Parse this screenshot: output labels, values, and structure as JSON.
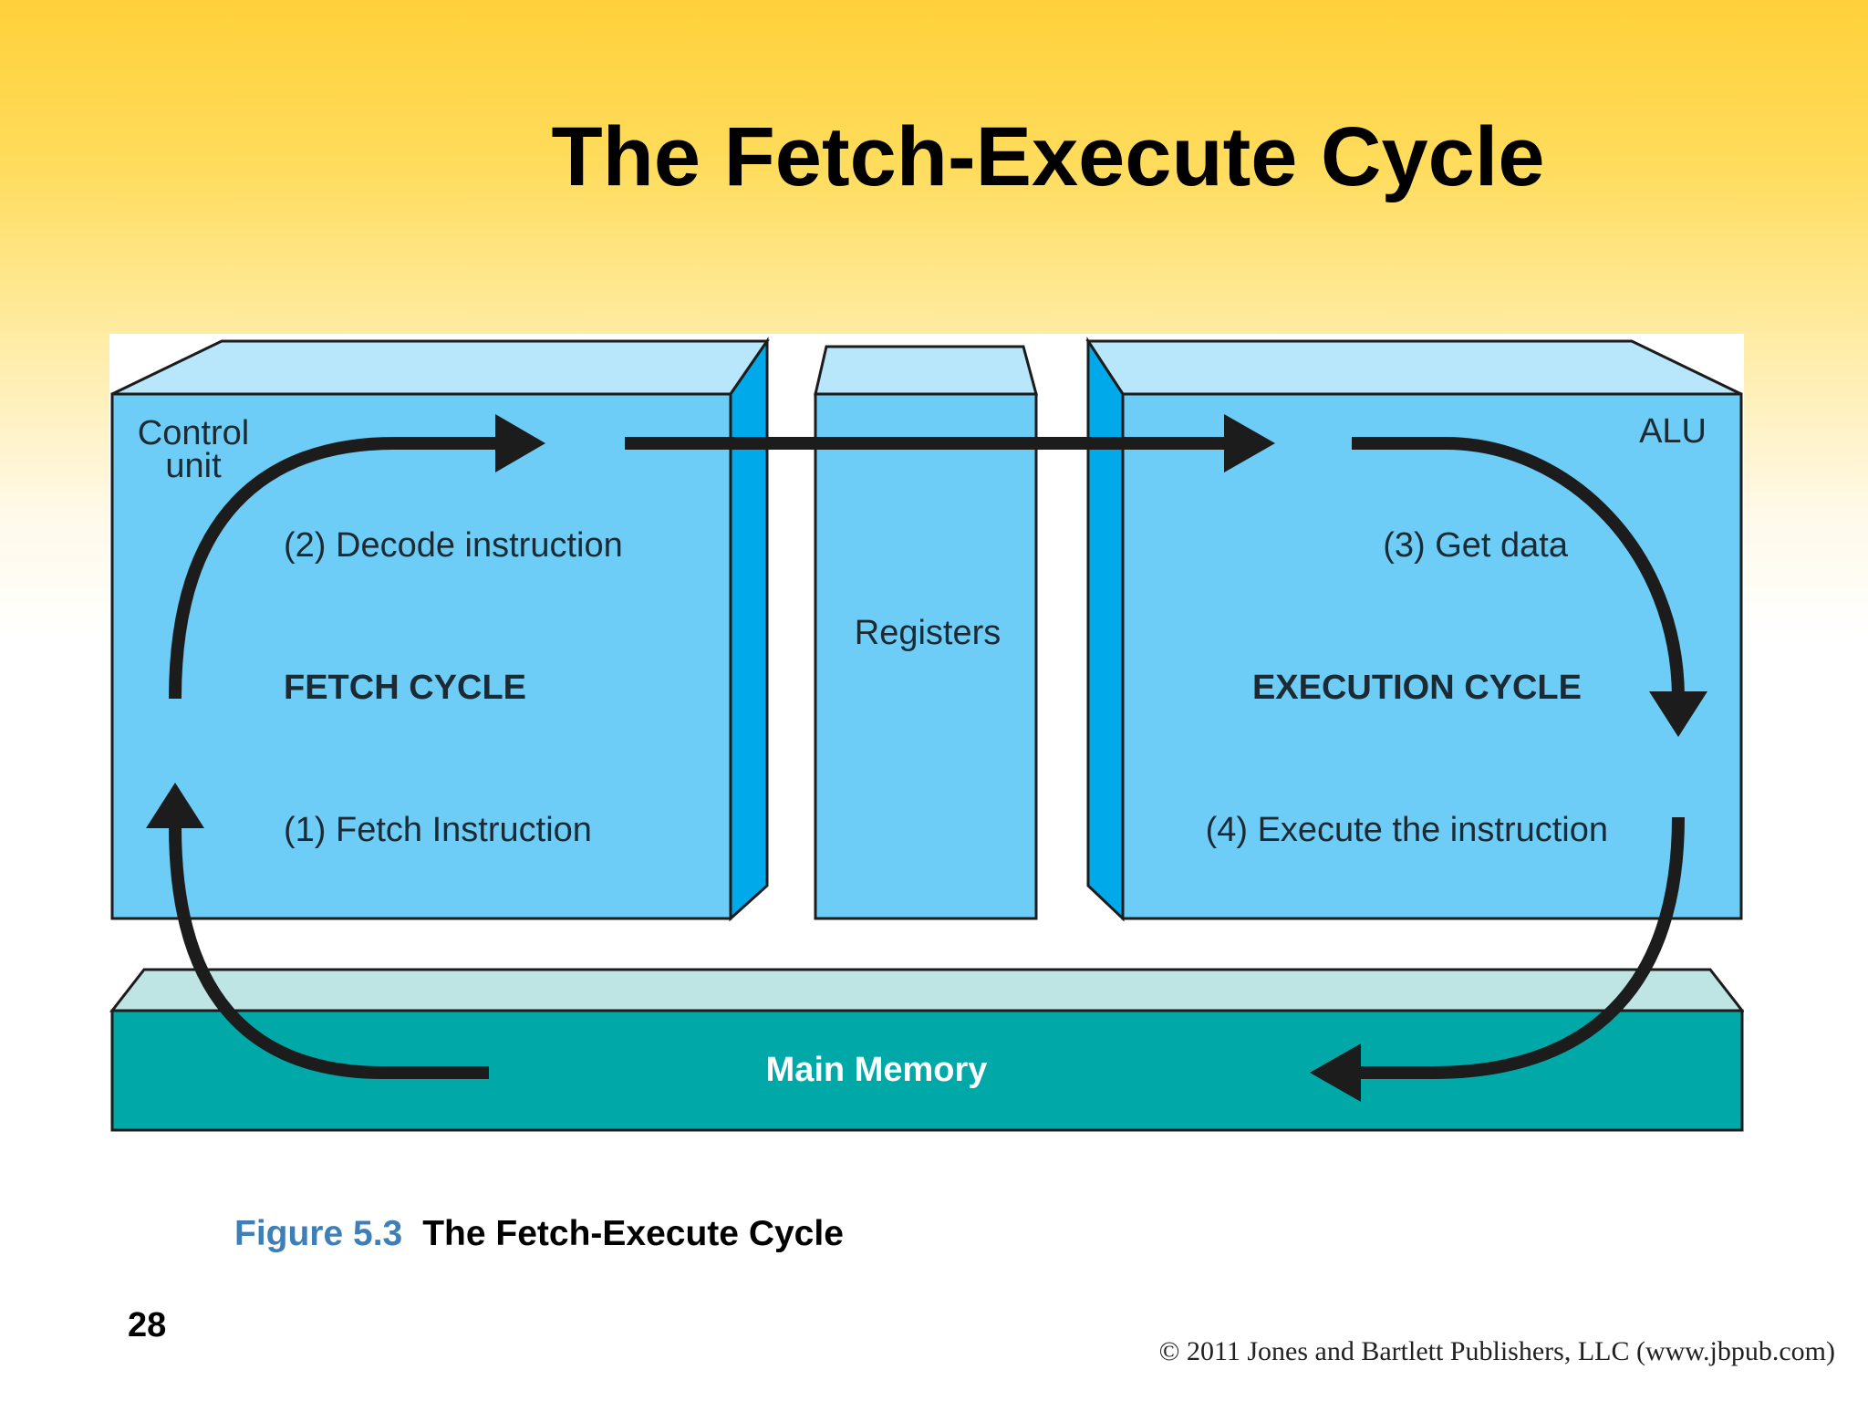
{
  "title": "The Fetch-Execute Cycle",
  "diagram": {
    "control_unit": {
      "label_line1": "Control",
      "label_line2": "unit"
    },
    "registers": {
      "label": "Registers"
    },
    "alu": {
      "label": "ALU"
    },
    "main_memory": {
      "label": "Main Memory"
    },
    "steps": {
      "decode": "(2) Decode instruction",
      "get_data": "(3) Get data",
      "fetch": "(1) Fetch Instruction",
      "execute": "(4) Execute the instruction"
    },
    "cycles": {
      "fetch": "FETCH CYCLE",
      "execution": "EXECUTION CYCLE"
    },
    "colors": {
      "box_front": "#6ecdf6",
      "box_top": "#b8e6fb",
      "box_side": "#00a9ea",
      "memory_front": "#00a8a8",
      "memory_top": "#bfe4e4",
      "arrow": "#1c1c1c"
    }
  },
  "caption": {
    "figure_label": "Figure 5.3",
    "figure_title": "The Fetch-Execute Cycle"
  },
  "page_number": "28",
  "copyright": "© 2011 Jones and Bartlett Publishers, LLC (www.jbpub.com)"
}
